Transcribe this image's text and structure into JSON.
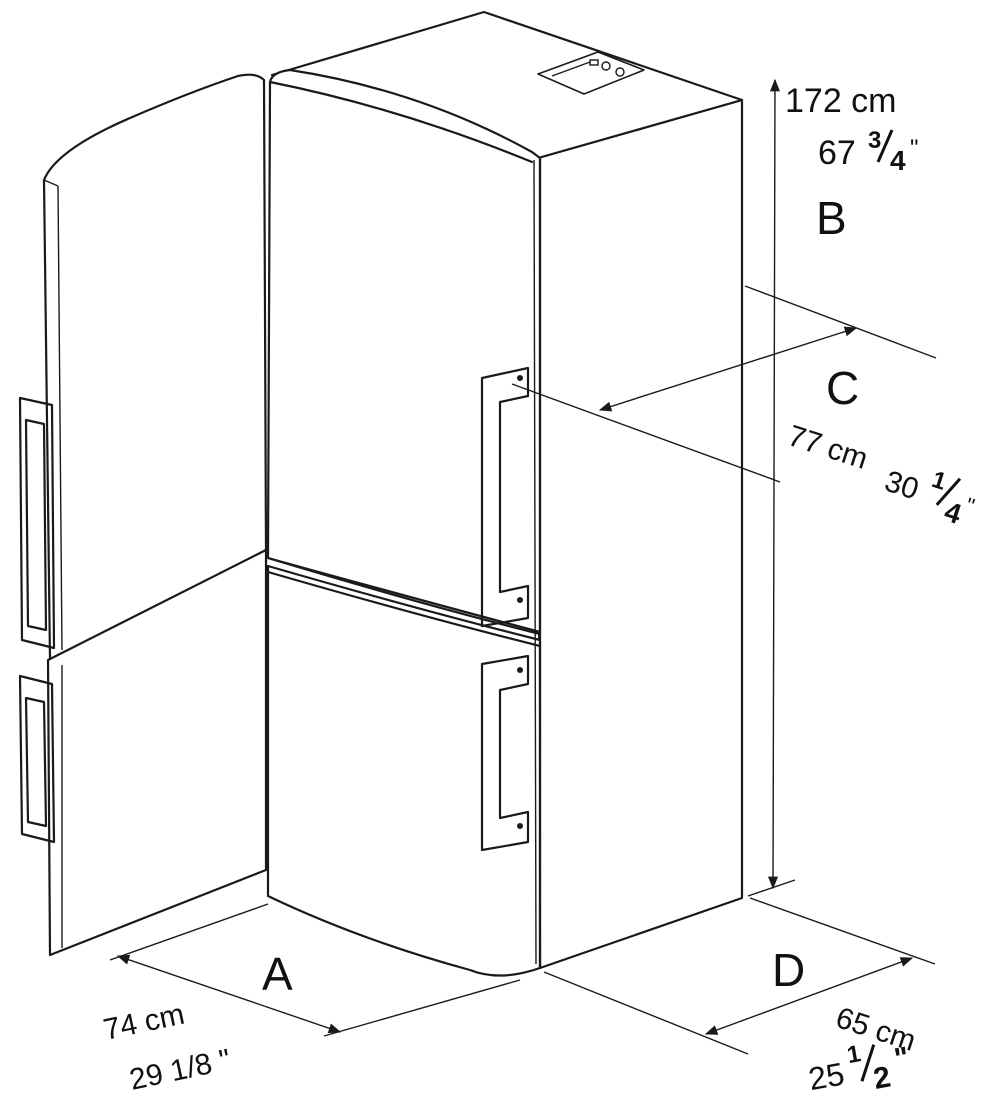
{
  "dimensions": {
    "A": {
      "letter": "A",
      "metric": "74 cm",
      "imperial": "29 1/8 \""
    },
    "B": {
      "letter": "B",
      "metric": "172 cm",
      "imperial_whole": "67",
      "imperial_num": "3",
      "imperial_den": "4",
      "inch_mark": "\""
    },
    "C": {
      "letter": "C",
      "metric": "77 cm",
      "imperial_whole": "30",
      "imperial_num": "1",
      "imperial_den": "4",
      "inch_mark": "\""
    },
    "D": {
      "letter": "D",
      "metric": "65 cm",
      "imperial_whole": "25",
      "imperial_num": "1",
      "imperial_den": "2",
      "inch_mark": "\""
    }
  }
}
